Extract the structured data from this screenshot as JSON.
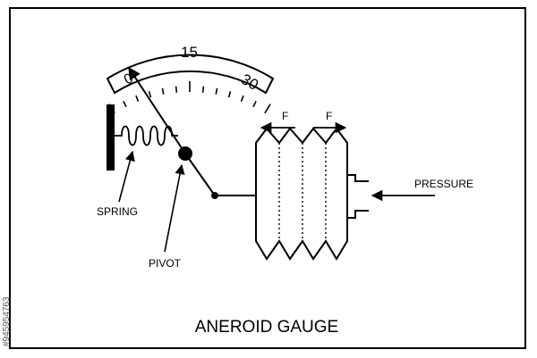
{
  "diagram": {
    "title": "ANEROID GAUGE",
    "scale_ticks": [
      "0",
      "15",
      "30"
    ],
    "labels": {
      "spring": "SPRING",
      "pivot": "PIVOT",
      "pressure": "PRESSURE",
      "force_left": "F",
      "force_right": "F"
    }
  },
  "watermark": {
    "id_text": "#945954763"
  },
  "colors": {
    "line": "#000000",
    "background": "#ffffff"
  }
}
